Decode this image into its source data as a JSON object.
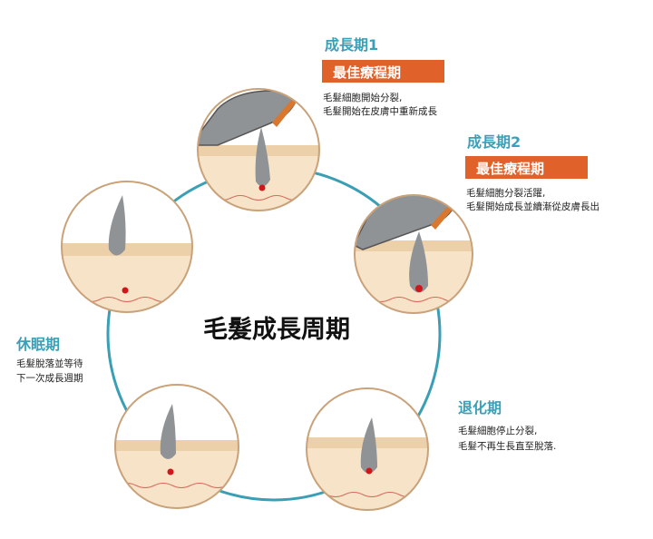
{
  "title": "毛髮成長周期",
  "colors": {
    "teal": "#3aa0b8",
    "orange": "#e0622a",
    "skin_top": "#ecd0aa",
    "skin_low": "#f7e3c8",
    "hair": "#8f9396",
    "dot": "#d0161b"
  },
  "stages": {
    "anagen1": {
      "name": "成長期1",
      "badge": "最佳療程期",
      "lines": [
        "毛髮細胞開始分裂,",
        "毛髮開始在皮膚中重新成長"
      ]
    },
    "anagen2": {
      "name": "成長期2",
      "badge": "最佳療程期",
      "lines": [
        "毛髮細胞分裂活躍,",
        "毛髮開始成長並續漸從皮膚長出"
      ]
    },
    "catagen": {
      "name": "退化期",
      "lines": [
        "毛髮細胞停止分裂,",
        "毛髮不再生長直至脫落."
      ]
    },
    "telogen": {
      "name": "休眠期",
      "lines": [
        "毛髮脫落並等待",
        "下一次成長週期"
      ]
    }
  }
}
